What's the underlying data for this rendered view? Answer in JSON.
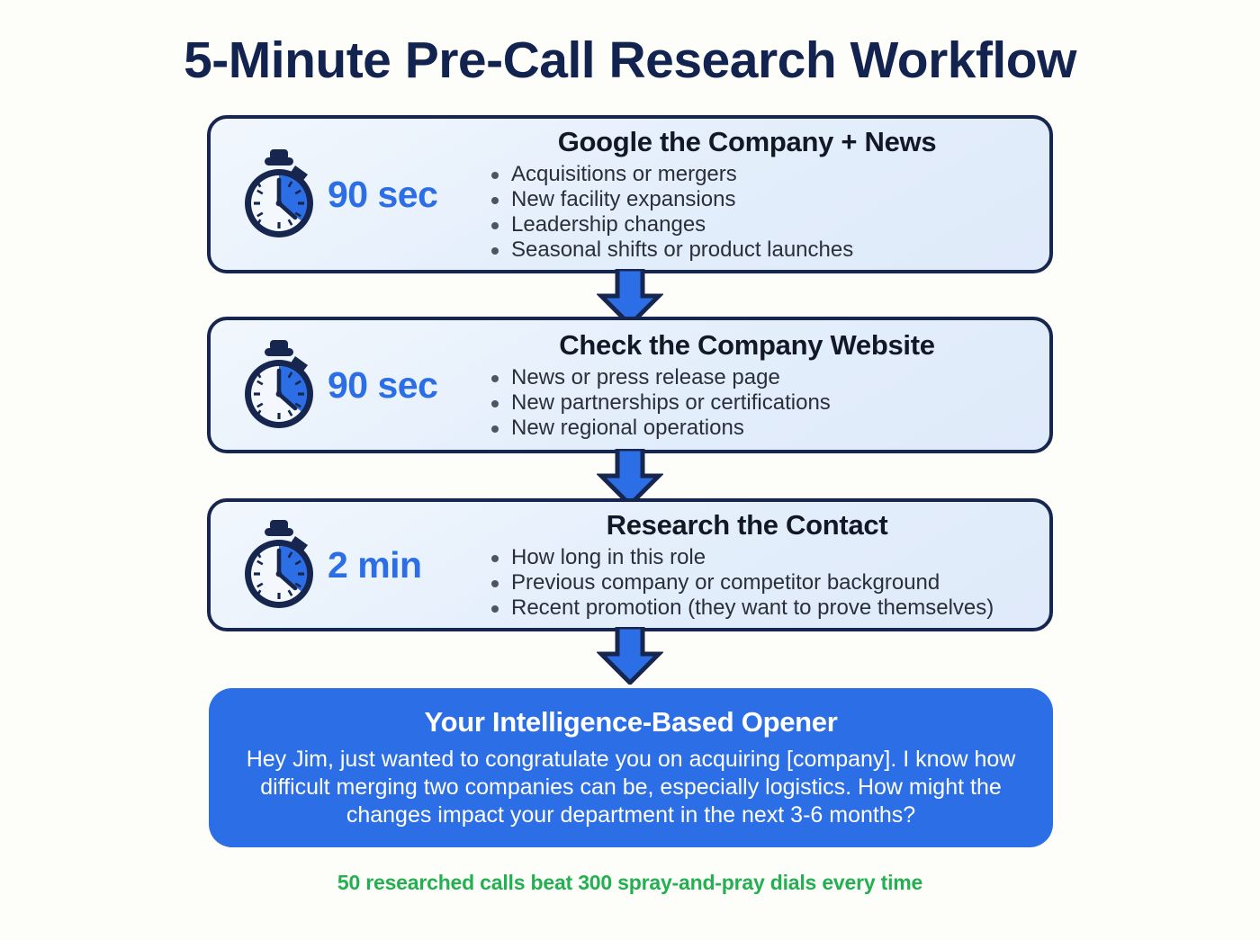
{
  "page": {
    "title": "5-Minute Pre-Call Research Workflow",
    "background_color": "#fdfdfa",
    "title_color": "#132350"
  },
  "colors": {
    "navy": "#16264f",
    "accent_blue": "#2c6ee6",
    "card_bg": "#e8f1fb",
    "heading": "#121826",
    "body_text": "#2a2f3a",
    "green": "#22b050",
    "white": "#ffffff"
  },
  "steps": [
    {
      "timer": "90 sec",
      "icon": "stopwatch-icon",
      "heading": "Google the Company + News",
      "bullets": [
        "Acquisitions or mergers",
        "New facility expansions",
        "Leadership changes",
        "Seasonal shifts or product launches"
      ]
    },
    {
      "timer": "90 sec",
      "icon": "stopwatch-icon",
      "heading": "Check the Company Website",
      "bullets": [
        "News or press release page",
        "New partnerships or certifications",
        "New regional operations"
      ]
    },
    {
      "timer": "2 min",
      "icon": "stopwatch-icon",
      "heading": "Research the Contact",
      "bullets": [
        "How long in this role",
        "Previous company or competitor background",
        "Recent promotion (they want to prove themselves)"
      ]
    }
  ],
  "connectors": [
    {
      "icon": "down-arrow-icon"
    },
    {
      "icon": "down-arrow-icon"
    },
    {
      "icon": "down-arrow-icon"
    }
  ],
  "opener": {
    "heading": "Your Intelligence-Based Opener",
    "body": "Hey Jim, just wanted to congratulate you on acquiring [company]. I know how difficult merging two companies can be, especially logistics. How might the changes impact your department in the next 3-6 months?"
  },
  "footer": {
    "text": "50 researched calls beat 300 spray-and-pray dials every time"
  }
}
